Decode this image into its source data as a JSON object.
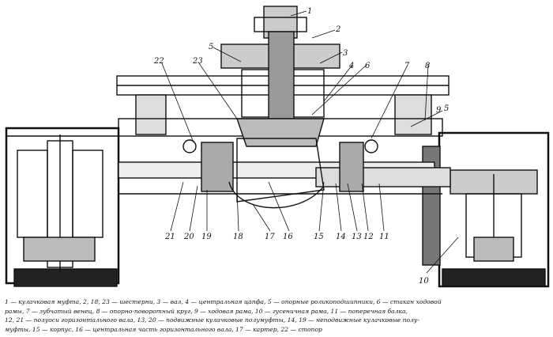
{
  "labels": {
    "l1": "1",
    "l2": "2",
    "l3": "3",
    "l4": "4",
    "l5a": "5",
    "l5b": "5",
    "l6": "6",
    "l7": "7",
    "l8": "8",
    "l9": "9",
    "l10": "10",
    "l11": "11",
    "l12": "12",
    "l13": "13",
    "l14": "14",
    "l15": "15",
    "l16": "16",
    "l17": "17",
    "l18": "18",
    "l19": "19",
    "l20": "20",
    "l21": "21",
    "l22": "22",
    "l23": "23"
  },
  "caption": {
    "line1": "1 — кулачковая муфта, 2, 18, 23 — шестерни, 3 — вал, 4 — центральная цапфа, 5 — опорные роликоподшипники, 6 — стакан ходовой",
    "line2": "рамы, 7 — зубчатый венец, 8 — опорно-поворотный круг, 9 — ходовая рама, 10 — гусеничная рама, 11 — поперечная балка,",
    "line3": "12, 21 — полуоси горизонтального вала, 13, 20 — подвижные кулачковые полумуфты, 14, 19 — неподвижные кулачковые полу-",
    "line4": "муфты, 15 — корпус, 16 — центральная часть горизонтального вала, 17 — картер, 22 — стопор"
  }
}
